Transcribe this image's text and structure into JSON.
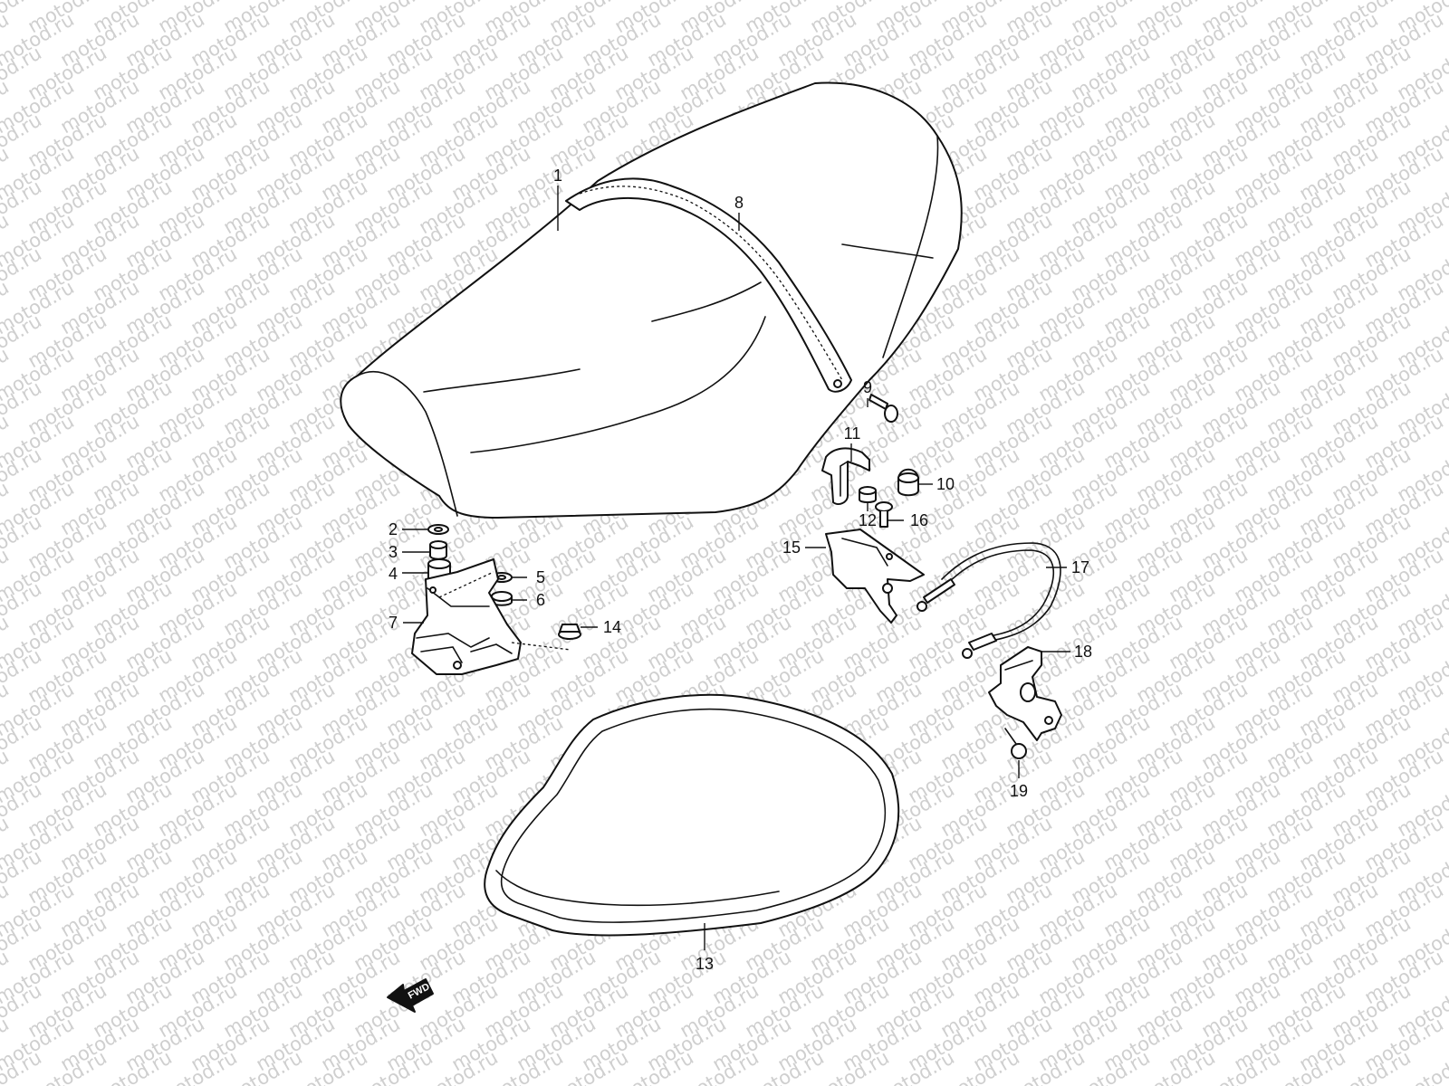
{
  "watermark": "motod.ru",
  "callouts": [
    "1",
    "2",
    "3",
    "4",
    "5",
    "6",
    "7",
    "8",
    "9",
    "10",
    "11",
    "12",
    "13",
    "14",
    "15",
    "16",
    "17",
    "18",
    "19"
  ],
  "fwd_label": "FWD"
}
